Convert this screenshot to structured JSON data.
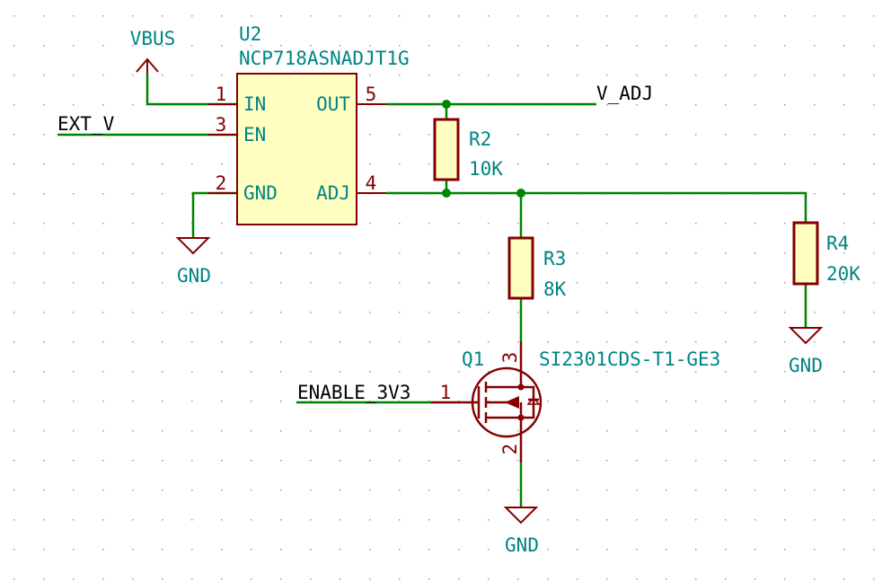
{
  "colors": {
    "wire": "#008400",
    "symbol": "#840000",
    "label": "#008484",
    "pin": "#840000",
    "grid": "#9a9a9a",
    "symbol_fill": "#ffffc2",
    "background": "#ffffff"
  },
  "power": {
    "vbus": "VBUS",
    "gnd": "GND"
  },
  "u2": {
    "ref": "U2",
    "value": "NCP718ASNADJT1G",
    "pins": {
      "in": {
        "name": "IN",
        "num": "1"
      },
      "en": {
        "name": "EN",
        "num": "3"
      },
      "gnd": {
        "name": "GND",
        "num": "2"
      },
      "out": {
        "name": "OUT",
        "num": "5"
      },
      "adj": {
        "name": "ADJ",
        "num": "4"
      }
    }
  },
  "nets": {
    "ext_v": "EXT_V",
    "v_adj": "V_ADJ",
    "enable": "ENABLE_3V3"
  },
  "r2": {
    "ref": "R2",
    "value": "10K"
  },
  "r3": {
    "ref": "R3",
    "value": "8K"
  },
  "r4": {
    "ref": "R4",
    "value": "20K"
  },
  "q1": {
    "ref": "Q1",
    "value": "SI2301CDS-T1-GE3",
    "pin_gate": "1",
    "pin_source": "2",
    "pin_drain": "3"
  }
}
